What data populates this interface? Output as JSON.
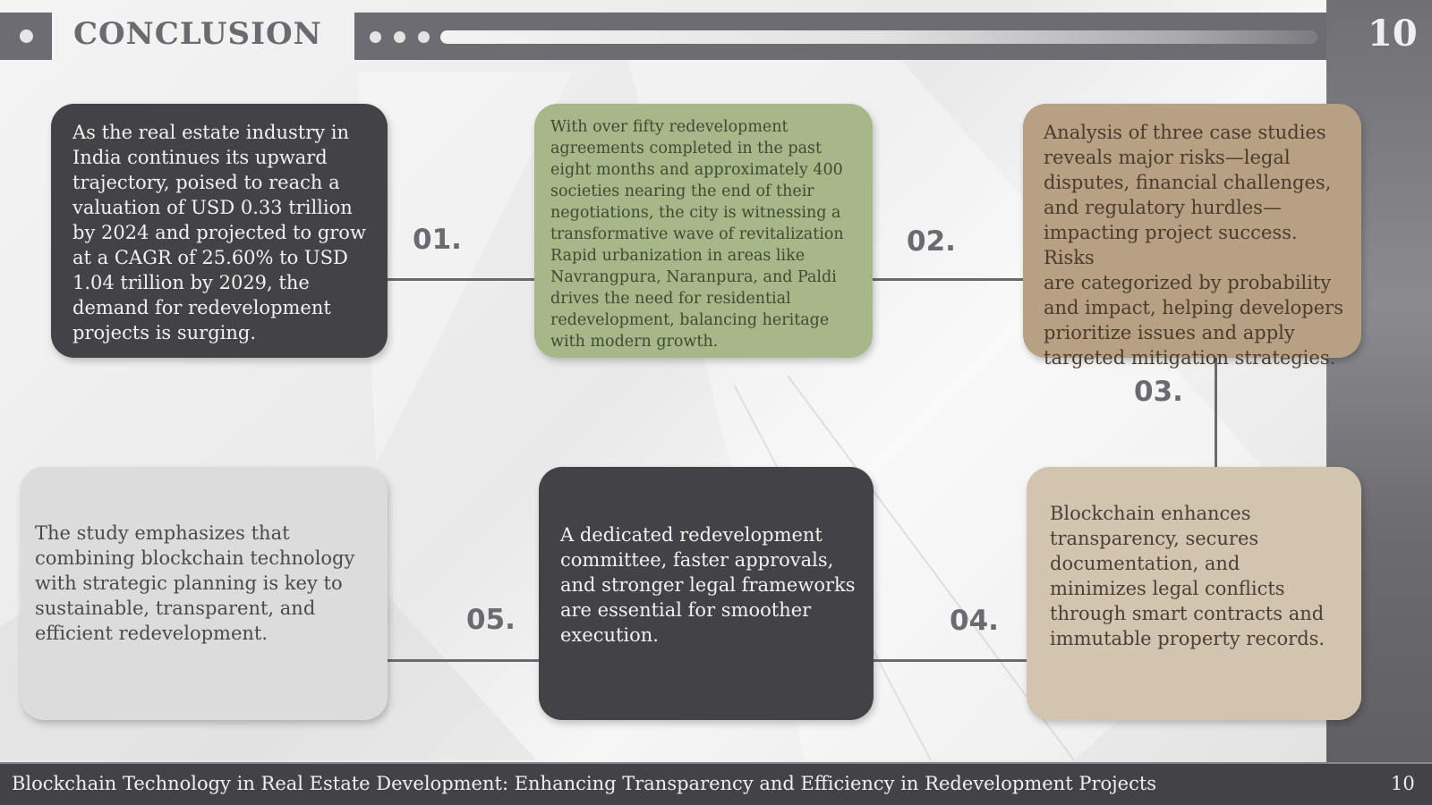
{
  "header": {
    "title": "CONCLUSION",
    "page_number": "10"
  },
  "steps": [
    {
      "number": "01.",
      "lines": [
        "As the real estate industry in",
        "India continues its upward",
        "trajectory, poised to reach a",
        "valuation of USD 0.33 trillion",
        "by 2024 and projected to grow",
        "at a CAGR of 25.60% to USD",
        "1.04 trillion by 2029, the",
        "demand for redevelopment",
        "projects is surging."
      ]
    },
    {
      "number": "02.",
      "lines": [
        "With over fifty redevelopment",
        "agreements completed in the past",
        "eight months and approximately 400",
        "societies nearing the end of their",
        "negotiations, the city is witnessing a",
        "transformative wave of revitalization",
        "Rapid urbanization in areas like",
        "Navrangpura, Naranpura, and Paldi",
        "drives the need for residential",
        "redevelopment, balancing heritage",
        "with modern growth."
      ]
    },
    {
      "number": "03.",
      "lines": [
        "Analysis of three case studies",
        "reveals major risks—legal",
        "disputes, financial challenges,",
        "and regulatory hurdles—",
        "impacting project success. Risks",
        "are categorized by probability",
        "and impact, helping developers",
        "prioritize issues and apply",
        "targeted mitigation strategies."
      ]
    },
    {
      "number": "04.",
      "lines": [
        "Blockchain enhances",
        "transparency, secures",
        "documentation, and",
        "minimizes legal conflicts",
        "through smart contracts and",
        "immutable property records."
      ]
    },
    {
      "number": "05.",
      "lines": [
        "A dedicated redevelopment",
        "committee, faster approvals,",
        "and stronger legal frameworks",
        "are essential for smoother",
        "execution."
      ]
    },
    {
      "number": "",
      "lines": [
        "The study emphasizes that",
        "combining blockchain technology",
        "with strategic planning is key to",
        "sustainable, transparent, and",
        "efficient redevelopment."
      ]
    }
  ],
  "footer": {
    "title": "Blockchain Technology in Real Estate Development: Enhancing Transparency and Efficiency in Redevelopment Projects",
    "page_number": "10"
  },
  "colors": {
    "dark_box": "#434347",
    "green_box": "#a6b889",
    "tan_box": "#b7a084",
    "beige_box": "#d3c4b0",
    "light_box": "#dcdcdc",
    "header_bar": "#6c6c72"
  }
}
